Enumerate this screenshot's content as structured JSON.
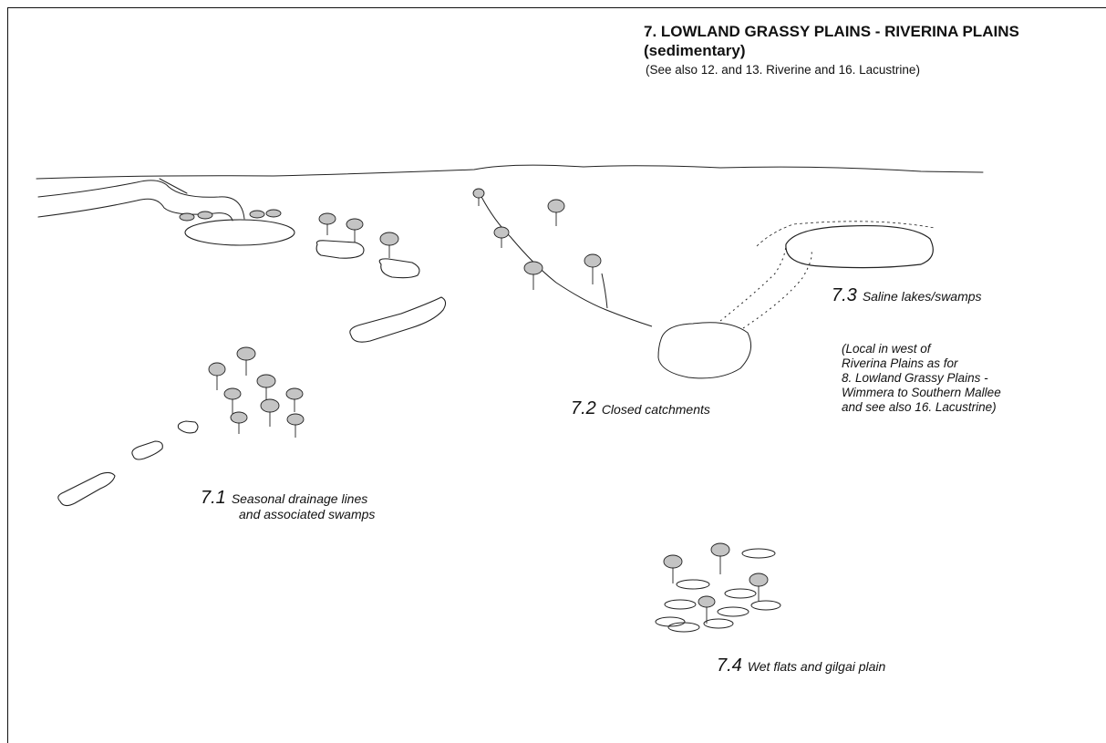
{
  "title": {
    "line1": "7. LOWLAND GRASSY PLAINS - RIVERINA PLAINS",
    "line2": "(sedimentary)",
    "subtitle": "(See also 12. and 13. Riverine  and 16. Lacustrine)"
  },
  "labels": {
    "l71": {
      "number": "7.1",
      "line1": "Seasonal drainage lines",
      "line2": "and associated swamps"
    },
    "l72": {
      "number": "7.2",
      "text": "Closed catchments"
    },
    "l73": {
      "number": "7.3",
      "text": "Saline lakes/swamps",
      "note": [
        "(Local in west of",
        "Riverina Plains as for",
        "8. Lowland Grassy Plains -",
        "Wimmera to Southern Mallee",
        "and see  also 16. Lacustrine)"
      ]
    },
    "l74": {
      "number": "7.4",
      "text": "Wet flats and gilgai plain"
    }
  },
  "colors": {
    "ink": "#222222",
    "tree": "#c4c4c4",
    "stipple": "#555555"
  }
}
